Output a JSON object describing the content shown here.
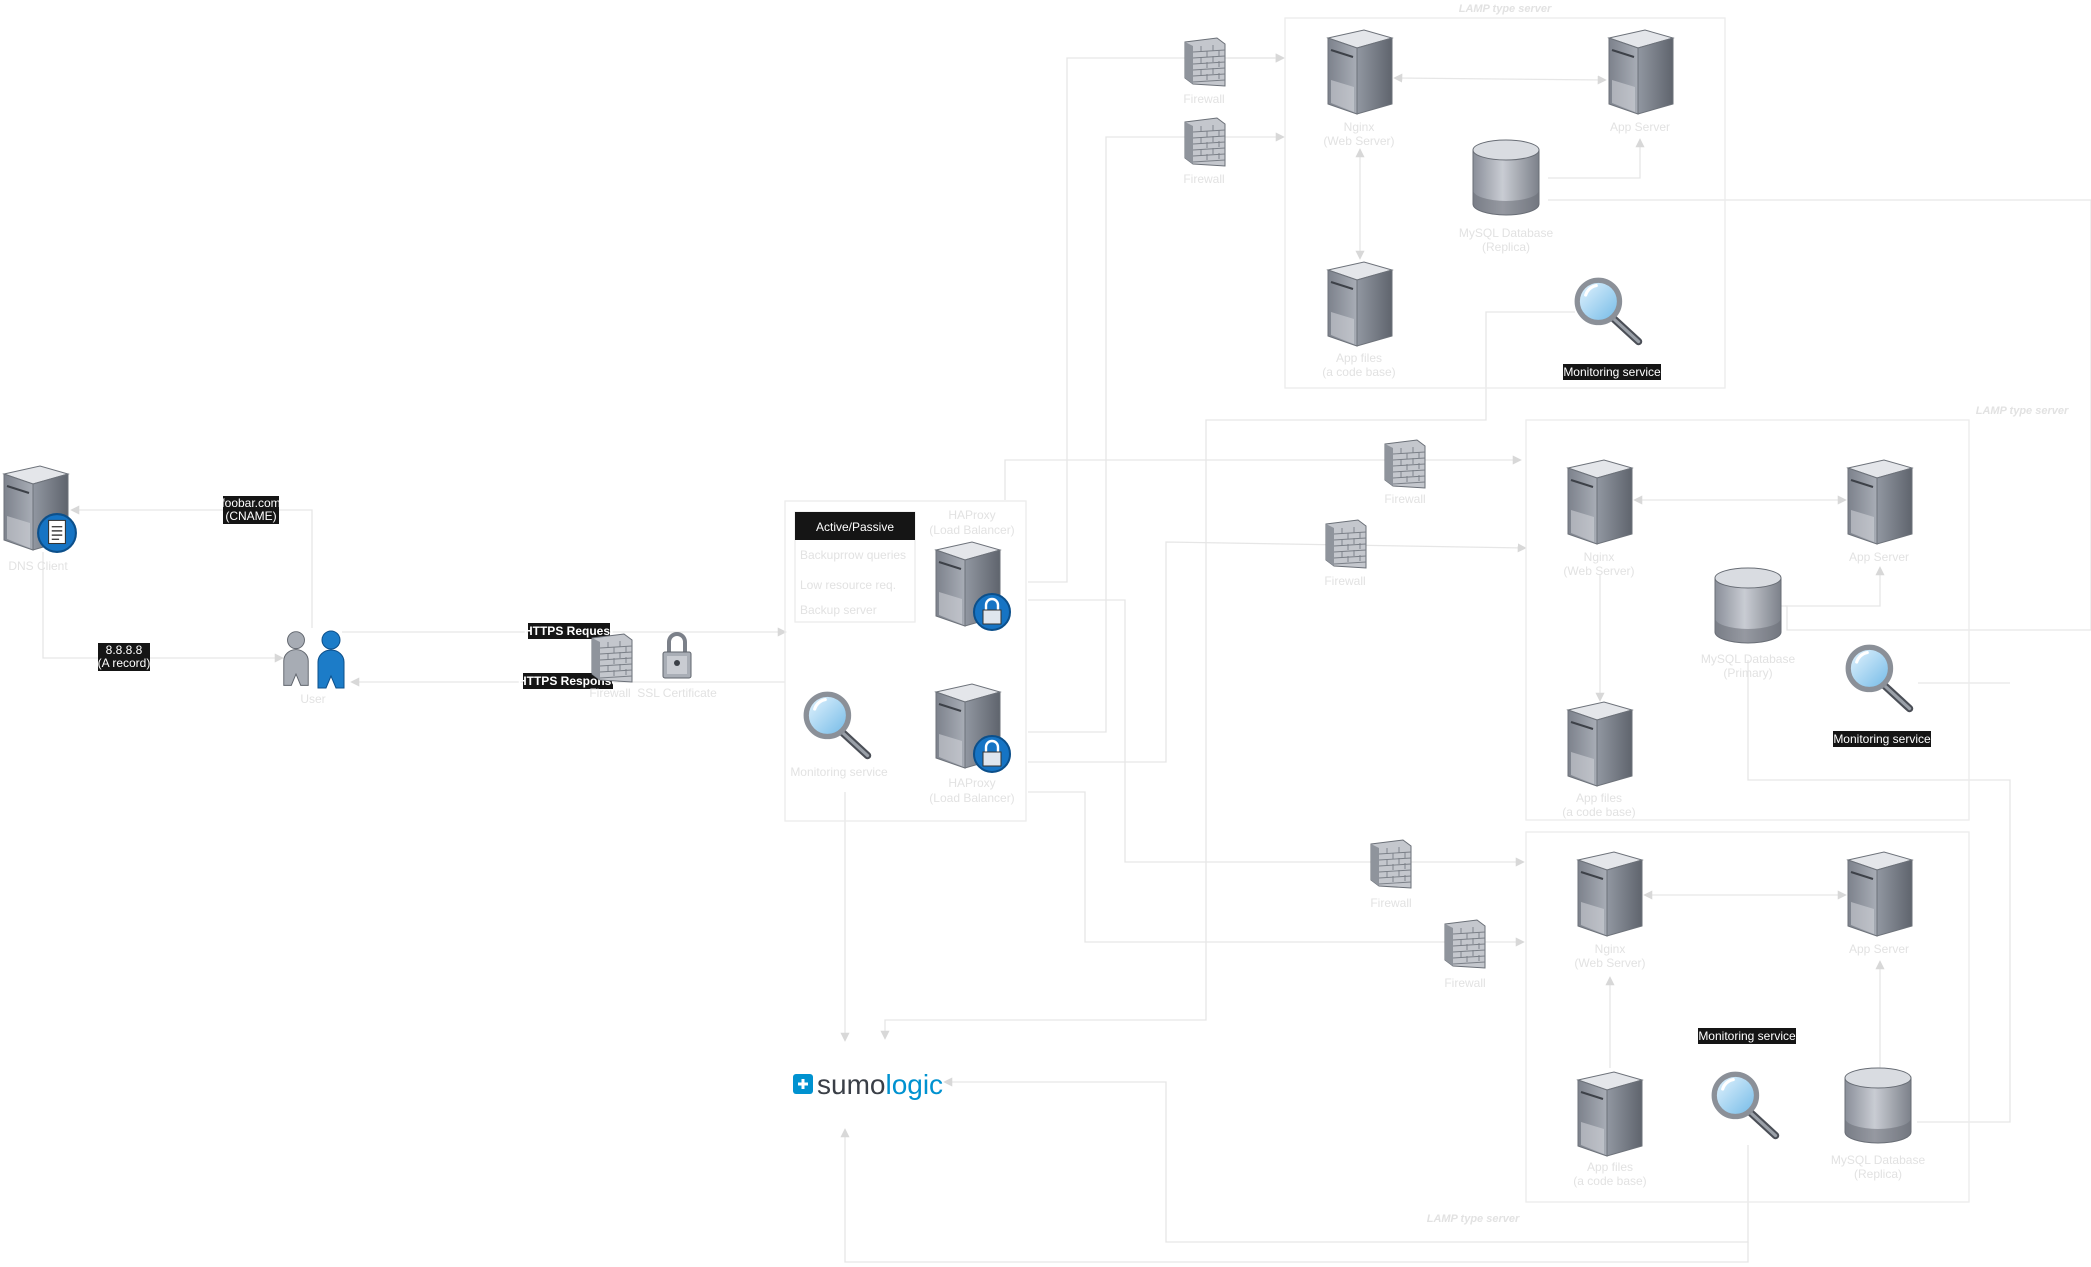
{
  "diagram": {
    "dns_client": "DNS Client",
    "user": "User",
    "cname_tag": [
      "foobar.com",
      "(CNAME)"
    ],
    "a_record_tag": [
      "8.8.8.8",
      "(A record)"
    ],
    "https_request": "HTTPS Request",
    "https_response": "HTTPS Response",
    "edge_firewall": "Firewall",
    "ssl_certificate": "SSL Certificate",
    "lb_cluster": {
      "panel_title": "Active/Passive",
      "panel_items": [
        "Backuprrow queries",
        "Low resource req.",
        "Backup server"
      ],
      "haproxy_1": [
        "HAProxy",
        "(Load Balancer)"
      ],
      "haproxy_2": [
        "HAProxy",
        "(Load Balancer)"
      ],
      "monitoring": "Monitoring service"
    },
    "sumologic": {
      "part1": "sumo",
      "part2": "logic"
    },
    "server1": {
      "title": "LAMP type server",
      "firewall_a": "Firewall",
      "firewall_b": "Firewall",
      "nginx": [
        "Nginx",
        "(Web Server)"
      ],
      "app_server": "App Server",
      "database": [
        "MySQL Database",
        "(Replica)"
      ],
      "app_files": [
        "App files",
        "(a code base)"
      ],
      "monitoring": "Monitoring service"
    },
    "server2": {
      "title": "LAMP type server",
      "firewall_a": "Firewall",
      "firewall_b": "Firewall",
      "nginx": [
        "Nginx",
        "(Web Server)"
      ],
      "app_server": "App Server",
      "database": [
        "MySQL Database",
        "(Primary)"
      ],
      "app_files": [
        "App files",
        "(a code base)"
      ],
      "monitoring": "Monitoring service"
    },
    "server3": {
      "title": "LAMP type server",
      "firewall_a": "Firewall",
      "firewall_b": "Firewall",
      "nginx": [
        "Nginx",
        "(Web Server)"
      ],
      "app_server": "App Server",
      "database": [
        "MySQL Database",
        "(Replica)"
      ],
      "app_files": [
        "App files",
        "(a code base)"
      ],
      "monitoring": "Monitoring service"
    }
  },
  "colors": {
    "server_body": "#9ea3ad",
    "connector": "#e6e6e6",
    "tag_bg": "#151515",
    "brand_blue": "#0092d0"
  }
}
